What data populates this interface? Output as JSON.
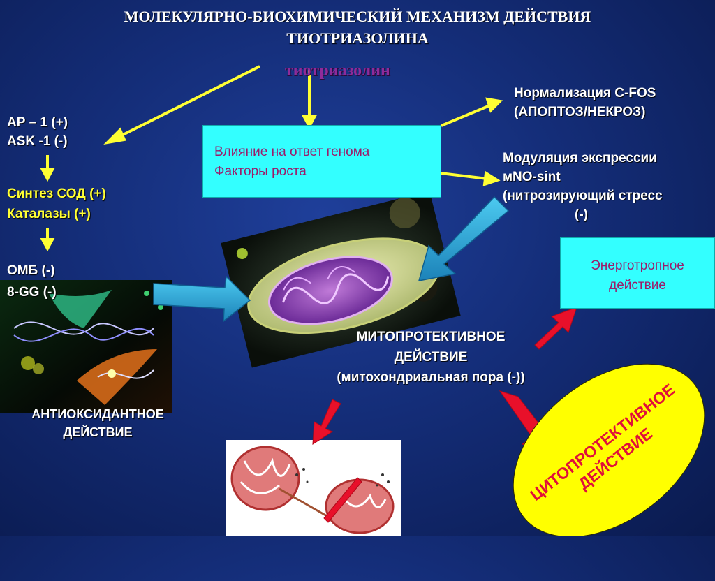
{
  "title": {
    "line1": "МОЛЕКУЛЯРНО-БИОХИМИЧЕСКИЙ МЕХАНИЗМ  ДЕЙСТВИЯ",
    "line2": "ТИОТРИАЗОЛИНА"
  },
  "drug_name": "тиотриазолин",
  "genome_box": {
    "line1": "Влияние на ответ генома",
    "line2": "Факторы роста"
  },
  "left_column": {
    "ap1": "АР – 1 (+)",
    "ask1": "ASK -1 (-)",
    "sod": "Синтез СОД (+)",
    "catalase": "Каталазы (+)",
    "omb": "ОМБ (-)",
    "gg": "8-GG (-)"
  },
  "antioxidant": {
    "line1": "АНТИОКСИДАНТНОЕ",
    "line2": "ДЕЙСТВИЕ"
  },
  "cfos": {
    "line1": "Нормализация С-FOS",
    "line2": "(АПОПТОЗ/НЕКРОЗ)"
  },
  "modulation": {
    "line1": "Модуляция экспрессии",
    "line2": "мNO-sint",
    "line3": "(нитрозирующий стресс",
    "line4": "(-)"
  },
  "energy_box": {
    "line1": "Энерготропное",
    "line2": "действие"
  },
  "mito": {
    "line1": "МИТОПРОТЕКТИВНОЕ",
    "line2": "ДЕЙСТВИЕ",
    "line3": "(митохондриальная пора (-))"
  },
  "cyto": {
    "line1": "ЦИТОПРОТЕКТИВНОЕ",
    "line2": "ДЕЙСТВИЕ"
  },
  "colors": {
    "background": "#142d78",
    "arrow_yellow": "#ffff33",
    "arrow_blue": "#2aa6d8",
    "arrow_red": "#e8102a",
    "box_cyan": "#33ffff",
    "ellipse_yellow": "#ffff00",
    "text_magenta": "#9b1c6b"
  }
}
